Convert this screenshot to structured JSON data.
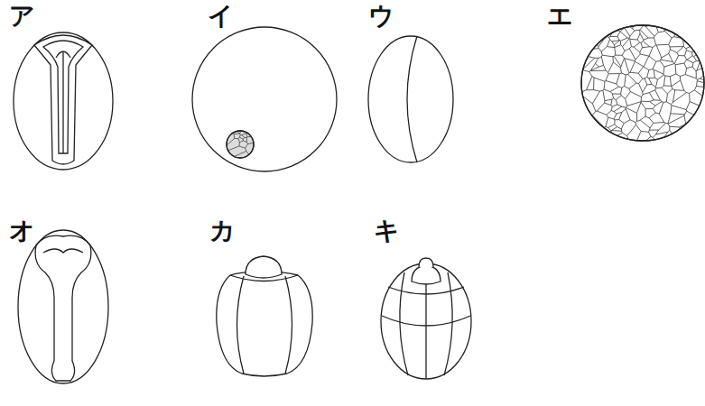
{
  "diagram": {
    "labels": [
      "ア",
      "イ",
      "ウ",
      "エ",
      "オ",
      "カ",
      "キ"
    ]
  }
}
